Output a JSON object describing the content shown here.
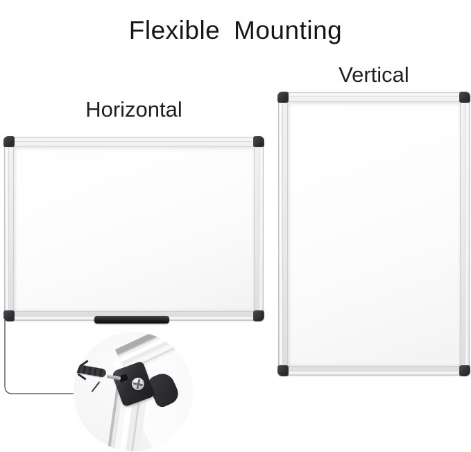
{
  "title": "Flexible Mounting",
  "boards": {
    "horizontal": {
      "label": "Horizontal"
    },
    "vertical": {
      "label": "Vertical"
    }
  },
  "detail_callout": {
    "subject": "corner mounting hardware close-up",
    "parts": [
      "wall-anchor",
      "mounting-screw",
      "corner-bracket",
      "aluminum-frame-rail"
    ]
  },
  "colors": {
    "background": "#ffffff",
    "text": "#1a1a1a",
    "frame_silver": "#ececec",
    "corner_cap": "#323235",
    "marker_tray": "#1c1c1f",
    "callout_circle_fill": "#f5f5f6",
    "leader_line": "#4a4a4a"
  }
}
